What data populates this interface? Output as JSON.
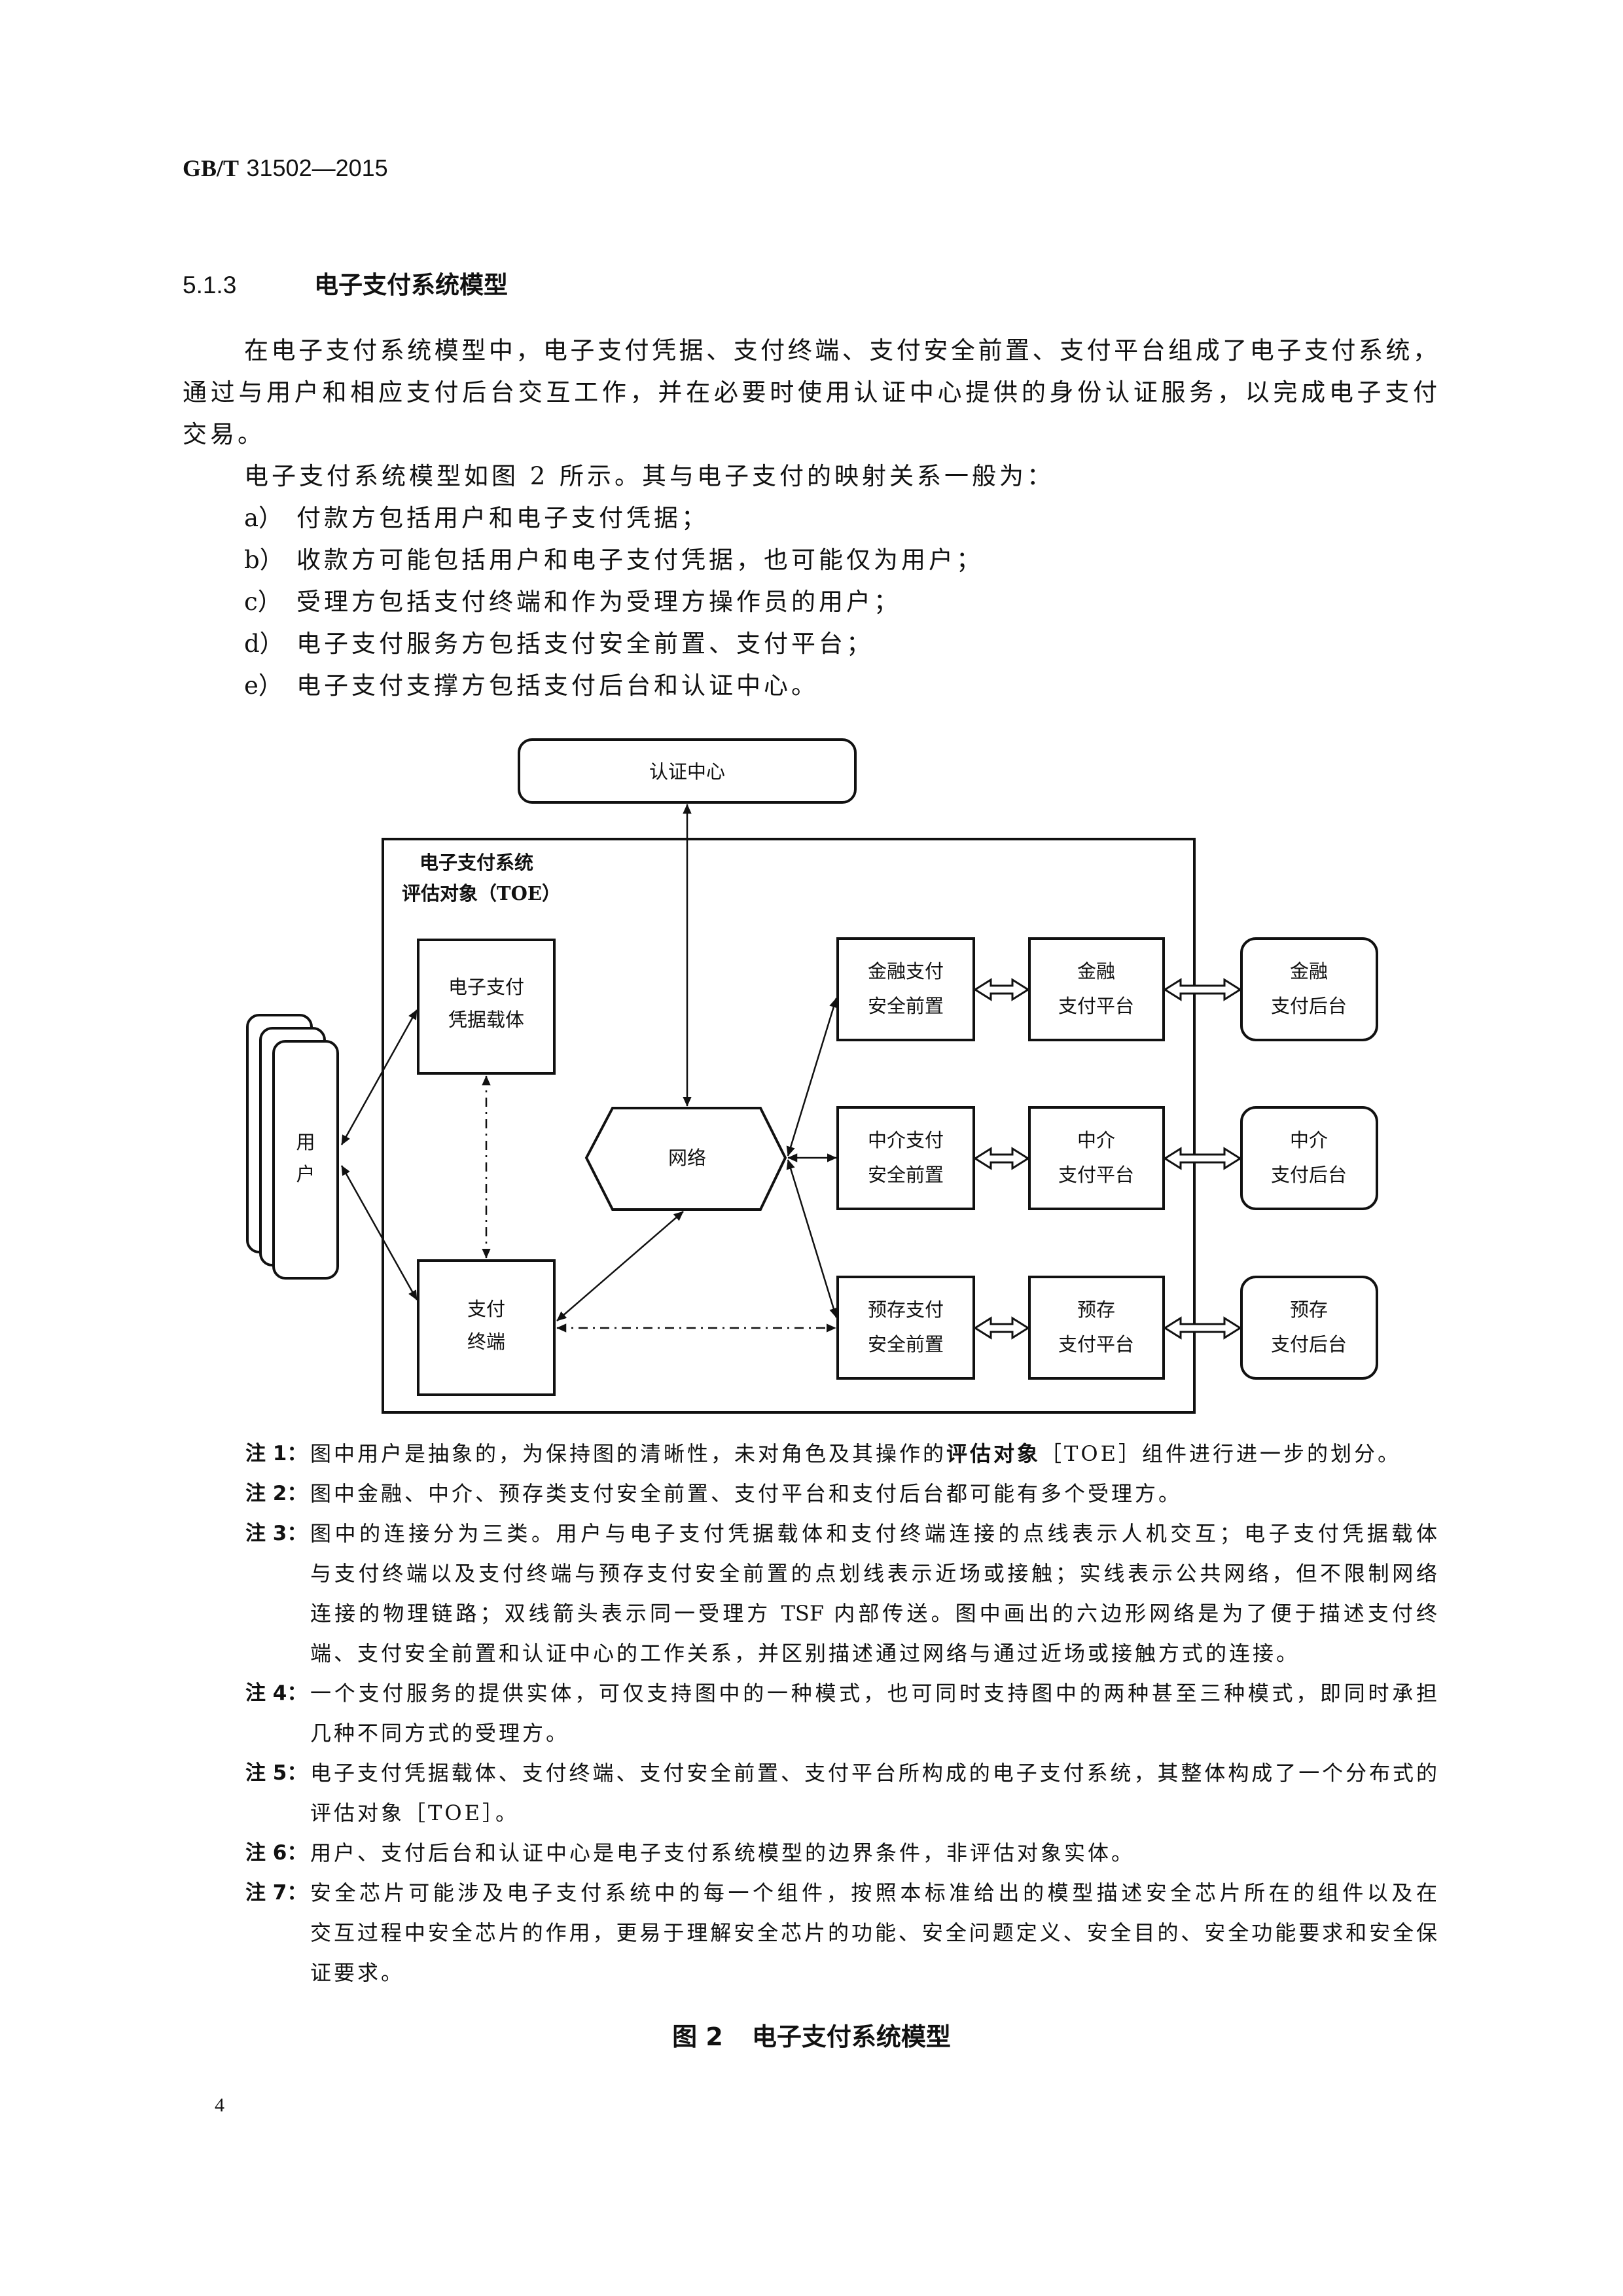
{
  "header": {
    "prefix": "GB/T",
    "number": "31502—2015"
  },
  "section": {
    "number": "5.1.3",
    "title": "电子支付系统模型"
  },
  "intro_lines": [
    "在电子支付系统模型中，电子支付凭据、支付终端、支付安全前置、支付平台组成了电子支付系统，",
    "通过与用户和相应支付后台交互工作，并在必要时使用认证中心提供的身份认证服务，以完成电子支付",
    "交易。"
  ],
  "mapping_intro": "电子支付系统模型如图 2 所示。其与电子支付的映射关系一般为：",
  "mapping_items": [
    {
      "label": "a）",
      "text": "付款方包括用户和电子支付凭据；"
    },
    {
      "label": "b）",
      "text": "收款方可能包括用户和电子支付凭据，也可能仅为用户；"
    },
    {
      "label": "c）",
      "text": "受理方包括支付终端和作为受理方操作员的用户；"
    },
    {
      "label": "d）",
      "text": "电子支付服务方包括支付安全前置、支付平台；"
    },
    {
      "label": "e）",
      "text": "电子支付支撑方包括支付后台和认证中心。"
    }
  ],
  "figure": {
    "auth_center": "认证中心",
    "toe_title": "电子支付系统",
    "toe_subtitle": "评估对象（TOE）",
    "credential_carrier": [
      "电子支付",
      "凭据载体"
    ],
    "payment_terminal": [
      "支付",
      "终端"
    ],
    "user": [
      "用",
      "户"
    ],
    "network": "网络",
    "rows": [
      {
        "front": [
          "金融支付",
          "安全前置"
        ],
        "platform": [
          "金融",
          "支付平台"
        ],
        "backend": [
          "金融",
          "支付后台"
        ]
      },
      {
        "front": [
          "中介支付",
          "安全前置"
        ],
        "platform": [
          "中介",
          "支付平台"
        ],
        "backend": [
          "中介",
          "支付后台"
        ]
      },
      {
        "front": [
          "预存支付",
          "安全前置"
        ],
        "platform": [
          "预存",
          "支付平台"
        ],
        "backend": [
          "预存",
          "支付后台"
        ]
      }
    ]
  },
  "notes": [
    {
      "label": "注 1：",
      "text_before": "图中用户是抽象的，为保持图的清晰性，未对角色及其操作的",
      "text_bold": "评估对象",
      "text_after": "［TOE］组件进行进一步的划分。"
    },
    {
      "label": "注 2：",
      "lines": [
        "图中金融、中介、预存类支付安全前置、支付平台和支付后台都可能有多个受理方。"
      ]
    },
    {
      "label": "注 3：",
      "lines": [
        "图中的连接分为三类。用户与电子支付凭据载体和支付终端连接的点线表示人机交互；电子支付凭据载体",
        "与支付终端以及支付终端与预存支付安全前置的点划线表示近场或接触；实线表示公共网络，但不限制网络",
        "连接的物理链路；双线箭头表示同一受理方 TSF 内部传送。图中画出的六边形网络是为了便于描述支付终",
        "端、支付安全前置和认证中心的工作关系，并区别描述通过网络与通过近场或接触方式的连接。"
      ]
    },
    {
      "label": "注 4：",
      "lines": [
        "一个支付服务的提供实体，可仅支持图中的一种模式，也可同时支持图中的两种甚至三种模式，即同时承担",
        "几种不同方式的受理方。"
      ]
    },
    {
      "label": "注 5：",
      "lines": [
        "电子支付凭据载体、支付终端、支付安全前置、支付平台所构成的电子支付系统，其整体构成了一个分布式的",
        "评估对象［TOE］。"
      ]
    },
    {
      "label": "注 6：",
      "lines": [
        "用户、支付后台和认证中心是电子支付系统模型的边界条件，非评估对象实体。"
      ]
    },
    {
      "label": "注 7：",
      "lines": [
        "安全芯片可能涉及电子支付系统中的每一个组件，按照本标准给出的模型描述安全芯片所在的组件以及在",
        "交互过程中安全芯片的作用，更易于理解安全芯片的功能、安全问题定义、安全目的、安全功能要求和安全保",
        "证要求。"
      ]
    }
  ],
  "caption": {
    "number": "图 2",
    "title": "电子支付系统模型"
  },
  "page_number": "4"
}
